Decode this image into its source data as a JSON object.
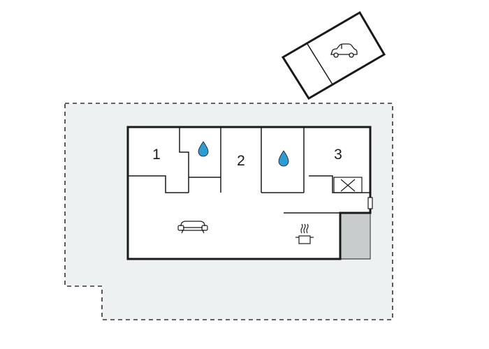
{
  "floorplan": {
    "rooms": [
      {
        "id": "room-1",
        "label": "1",
        "type": "bedroom"
      },
      {
        "id": "room-2",
        "label": "2",
        "type": "bedroom"
      },
      {
        "id": "room-3",
        "label": "3",
        "type": "bedroom"
      }
    ],
    "icons": [
      "car-icon",
      "water-drop-icon",
      "water-drop-icon",
      "sofa-icon",
      "cooking-pot-icon",
      "cross-icon"
    ],
    "colors": {
      "wall": "#1a1a1a",
      "terrace": "#edf1f1",
      "terrace_border": "#333333",
      "floor": "#ffffff",
      "fixed_block": "#c8cccc",
      "water": "#2f9bd3"
    }
  }
}
